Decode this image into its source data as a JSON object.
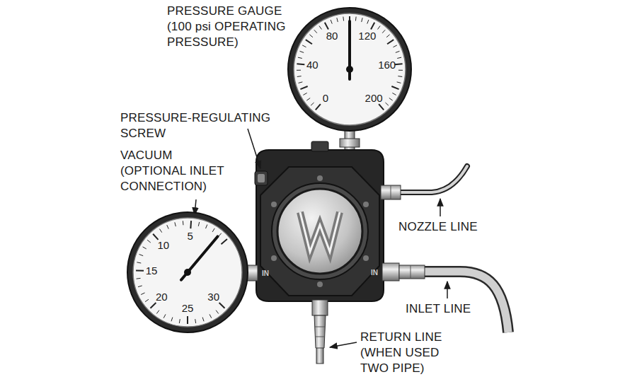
{
  "diagram": {
    "nodes": [
      {
        "text": [
          "0",
          "40",
          "80",
          "120",
          "160",
          "200"
        ]
      },
      {
        "text": [
          "5",
          "10",
          "15",
          "20",
          "25",
          "30"
        ]
      }
    ],
    "labels": [
      "PRESSURE GAUGE (100 psi OPERATING PRESSURE)",
      "PRESSURE-REGULATING SCREW",
      "VACUUM (OPTIONAL INLET CONNECTION)",
      "NOZZLE LINE",
      "INLET LINE",
      "RETURN LINE (WHEN USED TWO PIPE)",
      "IN",
      "IN"
    ]
  }
}
